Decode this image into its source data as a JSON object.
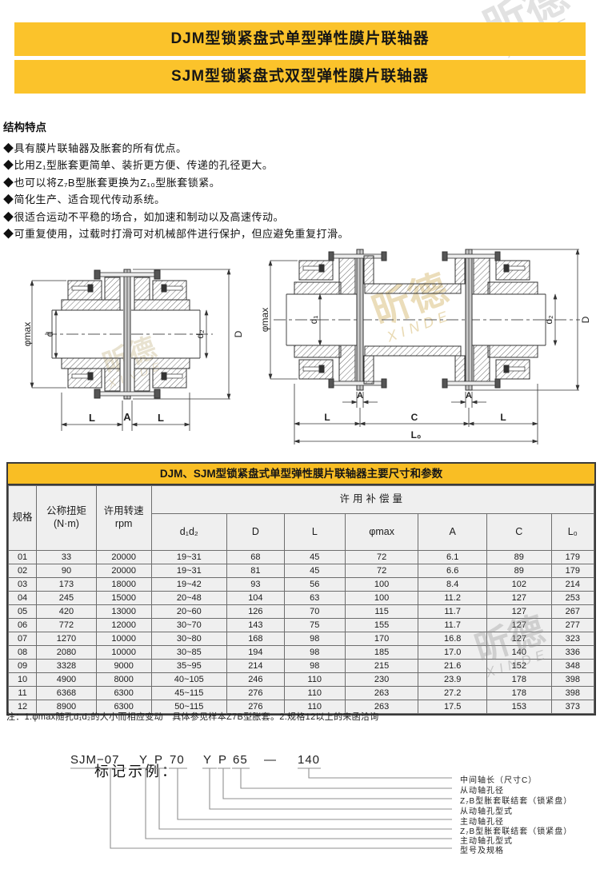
{
  "banners": {
    "title1": "DJM型锁紧盘式单型弹性膜片联轴器",
    "title2": "SJM型锁紧盘式双型弹性膜片联轴器"
  },
  "brand": {
    "cn": "昕德",
    "en": "XINDE",
    "registered": "®"
  },
  "features": {
    "heading": "结构特点",
    "items": [
      "◆具有膜片联轴器及胀套的所有优点。",
      "◆比用Z₁型胀套更简单、装折更方便、传递的孔径更大。",
      "◆也可以将Z₇B型胀套更换为Z₁₀型胀套锁紧。",
      "◆简化生产、适合现代传动系统。",
      "◆很适合运动不平稳的场合，如加速和制动以及高速传动。",
      "◆可重复使用，过载时打滑可对机械部件进行保护，但应避免重复打滑。"
    ]
  },
  "diagrams": {
    "left": {
      "phi_max": "φmax",
      "d": "d",
      "d2": "d₂",
      "D": "D",
      "L1": "L",
      "A": "A",
      "L2": "L"
    },
    "right": {
      "phi_max": "φmax",
      "d1": "d₁",
      "d2": "d₂",
      "D": "D",
      "A1": "A",
      "A2": "A",
      "L1": "L",
      "C": "C",
      "L2": "L",
      "L0": "L₀"
    }
  },
  "table": {
    "title": "DJM、SJM型锁紧盘式单型弹性膜片联轴器主要尺寸和参数",
    "headers": {
      "spec": "规格",
      "torque1": "公称扭矩",
      "torque2": "(N·m)",
      "speed1": "许用转速",
      "speed2": "rpm",
      "comp": "许用补偿量",
      "sub": [
        "d₁d₂",
        "D",
        "L",
        "φmax",
        "A",
        "C",
        "L₀"
      ]
    },
    "rows": [
      [
        "01",
        "33",
        "20000",
        "19~31",
        "68",
        "45",
        "72",
        "6.1",
        "89",
        "179"
      ],
      [
        "02",
        "90",
        "20000",
        "19~31",
        "81",
        "45",
        "72",
        "6.6",
        "89",
        "179"
      ],
      [
        "03",
        "173",
        "18000",
        "19~42",
        "93",
        "56",
        "100",
        "8.4",
        "102",
        "214"
      ],
      [
        "04",
        "245",
        "15000",
        "20~48",
        "104",
        "63",
        "100",
        "11.2",
        "127",
        "253"
      ],
      [
        "05",
        "420",
        "13000",
        "20~60",
        "126",
        "70",
        "115",
        "11.7",
        "127",
        "267"
      ],
      [
        "06",
        "772",
        "12000",
        "30~70",
        "143",
        "75",
        "155",
        "11.7",
        "127",
        "277"
      ],
      [
        "07",
        "1270",
        "10000",
        "30~80",
        "168",
        "98",
        "170",
        "16.8",
        "127",
        "323"
      ],
      [
        "08",
        "2080",
        "10000",
        "30~85",
        "194",
        "98",
        "185",
        "17.0",
        "140",
        "336"
      ],
      [
        "09",
        "3328",
        "9000",
        "35~95",
        "214",
        "98",
        "215",
        "21.6",
        "152",
        "348"
      ],
      [
        "10",
        "4900",
        "8000",
        "40~105",
        "246",
        "110",
        "230",
        "23.9",
        "178",
        "398"
      ],
      [
        "11",
        "6368",
        "6300",
        "45~115",
        "276",
        "110",
        "263",
        "27.2",
        "178",
        "398"
      ],
      [
        "12",
        "8900",
        "6300",
        "50~115",
        "276",
        "110",
        "263",
        "17.5",
        "153",
        "373"
      ]
    ]
  },
  "note": "注：1.φmax随孔d₁d₂的大小而相应变动　具体参见样本Z7B型胀套。2.规格12以上的来函洽询",
  "marking": {
    "heading": "标记示例：",
    "code_parts": [
      "SJM−07",
      "Y",
      "P",
      "70",
      "Y",
      "P",
      "65",
      "—",
      "140"
    ],
    "labels": [
      "中间轴长（尺寸C）",
      "从动轴孔径",
      "Z₇B型胀套联结套（锁紧盘）",
      "从动轴孔型式",
      "主动轴孔径",
      "Z₇B型胀套联结套（锁紧盘）",
      "主动轴孔型式",
      "型号及规格"
    ]
  },
  "colors": {
    "accent_yellow": "#fbc32b",
    "table_title_yellow": "#f9be24"
  }
}
